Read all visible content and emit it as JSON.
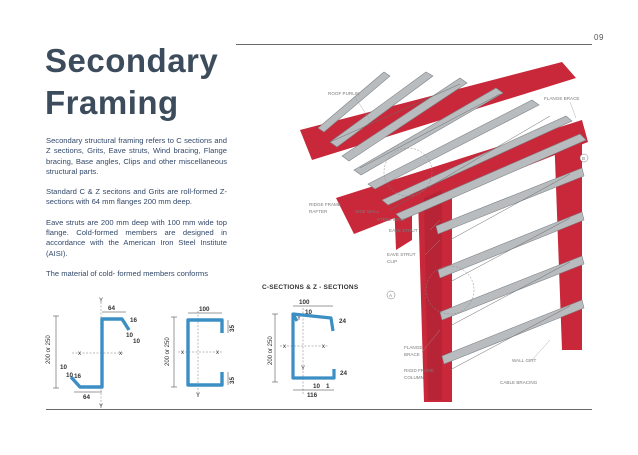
{
  "page": {
    "number": "09"
  },
  "title": {
    "line1": "Secondary",
    "line2": "Framing"
  },
  "body": {
    "p1": "Secondary structural framing refers to C sections and Z sections, Grits, Eave struts, Wind bracing, Flange bracing, Base angles, Clips and other miscellaneous structural parts.",
    "p2": "Standard C & Z secitons and Grits are roll-formed Z- sections with 64 mm flanges 200 mm deep.",
    "p3": "Eave struts are 200 mm deep with 100 mm wide top flange. Cold-formed members are designed in accordance with the American Iron Steel Institute (AISI).",
    "p4": "The material of cold- formed members conforms"
  },
  "sections_heading": "C-SECTIONS & Z - SECTIONS",
  "z_section": {
    "depth": "200 or 250",
    "top_flange": "64",
    "bottom_flange": "64",
    "lip_top": "16",
    "lip_bottom": "16",
    "t1": "10",
    "t2": "10",
    "bend": "10",
    "axis_x": "x",
    "axis_y": "Y"
  },
  "c_section": {
    "depth": "200 or 250",
    "flange": "100",
    "lip_top": "35",
    "lip_bottom": "35",
    "axis_x": "x",
    "axis_y": "Y"
  },
  "eave_strut": {
    "depth": "200 or 250",
    "top_width": "100",
    "top_lip": "10",
    "top_depth": "24",
    "bottom_depth": "24",
    "bottom_lip": "10",
    "bottom_width": "116",
    "corner": "1",
    "axis_x": "x",
    "axis_y": "Y"
  },
  "diagram_labels": {
    "roof_purlin": "ROOF PURLIN",
    "flange_brace_top": "FLANGE BRACE",
    "ridge_frame_rafter_1": "RIDGE FRAME",
    "ridge_frame_rafter_2": "RAFTER",
    "side_wall": "SIDE WALL",
    "steel_wall": "STEEL WALL",
    "eave_strut": "EAVE STRUT",
    "eave_strut_clip_1": "EAVE STRUT",
    "eave_strut_clip_2": "CLIP",
    "flange_brace_1": "FLANGE",
    "flange_brace_2": "BRACE",
    "rigid_frame_column_1": "RIGID FRAME",
    "rigid_frame_column_2": "COLUMN",
    "wall_girt": "WALL GIRT",
    "cable_bracing": "CABLE BRACING",
    "callout_a": "A",
    "callout_b": "B"
  },
  "colors": {
    "frame_red": "#c8283a",
    "section_blue": "#3b8fc4",
    "title": "#3d4c5c",
    "purlin_grey": "#b9bcbf"
  }
}
